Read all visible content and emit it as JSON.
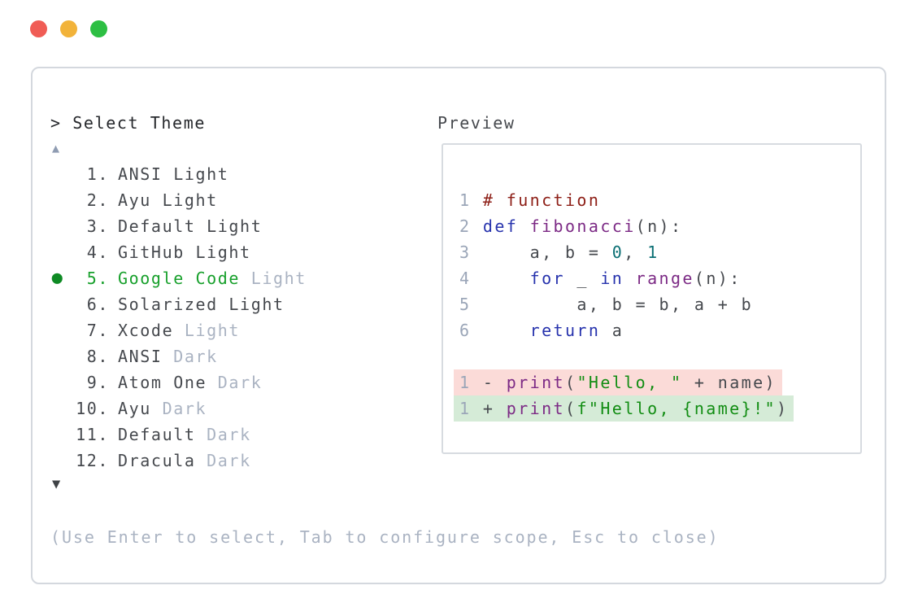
{
  "colors": {
    "dot_red": "#f05c55",
    "dot_yellow": "#f2b33a",
    "dot_green": "#2dbf43",
    "panel_border": "#d4d8de",
    "box_border": "#d7dbe0",
    "text_dark": "#26282c",
    "list_text": "#46494e",
    "muted": "#aab3c2",
    "accent_green": "#18a02c",
    "indicator_green": "#0e8a24",
    "line_number": "#9ba6b8",
    "syntax_comment": "#8e2018",
    "syntax_keyword": "#2733ad",
    "syntax_type": "#7c2a85",
    "syntax_string": "#128d13",
    "syntax_literal": "#0b6f74",
    "diff_removed_bg": "#fbdbd8",
    "diff_added_bg": "#d5ebd7",
    "up_arrow": "#8f9cb2",
    "down_arrow": "#3f4246"
  },
  "icons": {
    "up_arrow": "▲",
    "down_arrow": "▼",
    "selected_dot": "●"
  },
  "prompt": "> Select Theme",
  "theme_list": {
    "items": [
      {
        "num": "1.",
        "name": "ANSI Light",
        "muted": "",
        "selected": false
      },
      {
        "num": "2.",
        "name": "Ayu Light",
        "muted": "",
        "selected": false
      },
      {
        "num": "3.",
        "name": "Default Light",
        "muted": "",
        "selected": false
      },
      {
        "num": "4.",
        "name": "GitHub Light",
        "muted": "",
        "selected": false
      },
      {
        "num": "5.",
        "name": "Google Code",
        "muted": "Light",
        "selected": true
      },
      {
        "num": "6.",
        "name": "Solarized Light",
        "muted": "",
        "selected": false
      },
      {
        "num": "7.",
        "name": "Xcode",
        "muted": "Light",
        "selected": false
      },
      {
        "num": "8.",
        "name": "ANSI",
        "muted": "Dark",
        "selected": false
      },
      {
        "num": "9.",
        "name": "Atom One",
        "muted": "Dark",
        "selected": false
      },
      {
        "num": "10.",
        "name": "Ayu",
        "muted": "Dark",
        "selected": false
      },
      {
        "num": "11.",
        "name": "Default",
        "muted": "Dark",
        "selected": false
      },
      {
        "num": "12.",
        "name": "Dracula",
        "muted": "Dark",
        "selected": false
      }
    ]
  },
  "preview": {
    "label": "Preview",
    "code_lines": [
      {
        "bg": "",
        "tokens": [
          [
            "ln",
            "1 "
          ],
          [
            "com",
            "# function"
          ]
        ]
      },
      {
        "bg": "",
        "tokens": [
          [
            "ln",
            "2 "
          ],
          [
            "kwd",
            "def"
          ],
          [
            "pln",
            " "
          ],
          [
            "typ",
            "fibonacci"
          ],
          [
            "pln",
            "(n):"
          ]
        ]
      },
      {
        "bg": "",
        "tokens": [
          [
            "ln",
            "3 "
          ],
          [
            "pln",
            "    a, b = "
          ],
          [
            "lit",
            "0"
          ],
          [
            "pln",
            ", "
          ],
          [
            "lit",
            "1"
          ]
        ]
      },
      {
        "bg": "",
        "tokens": [
          [
            "ln",
            "4 "
          ],
          [
            "pln",
            "    "
          ],
          [
            "kwd",
            "for"
          ],
          [
            "pln",
            " _ "
          ],
          [
            "kwd",
            "in"
          ],
          [
            "pln",
            " "
          ],
          [
            "typ",
            "range"
          ],
          [
            "pln",
            "(n):"
          ]
        ]
      },
      {
        "bg": "",
        "tokens": [
          [
            "ln",
            "5 "
          ],
          [
            "pln",
            "        a, b = b, a + b"
          ]
        ]
      },
      {
        "bg": "",
        "tokens": [
          [
            "ln",
            "6 "
          ],
          [
            "pln",
            "    "
          ],
          [
            "kwd",
            "return"
          ],
          [
            "pln",
            " a"
          ]
        ]
      },
      {
        "bg": "",
        "tokens": []
      },
      {
        "bg": "removed",
        "tokens": [
          [
            "ln",
            "1 "
          ],
          [
            "pln",
            "- "
          ],
          [
            "typ",
            "print"
          ],
          [
            "pln",
            "("
          ],
          [
            "str",
            "\"Hello, \""
          ],
          [
            "pln",
            " + name)"
          ]
        ]
      },
      {
        "bg": "added",
        "tokens": [
          [
            "ln",
            "1 "
          ],
          [
            "pln",
            "+ "
          ],
          [
            "typ",
            "print"
          ],
          [
            "pln",
            "("
          ],
          [
            "str",
            "f\"Hello, {name}!\""
          ],
          [
            "pln",
            ")"
          ]
        ]
      }
    ]
  },
  "footer_hint": "(Use Enter to select, Tab to configure scope, Esc to close)"
}
